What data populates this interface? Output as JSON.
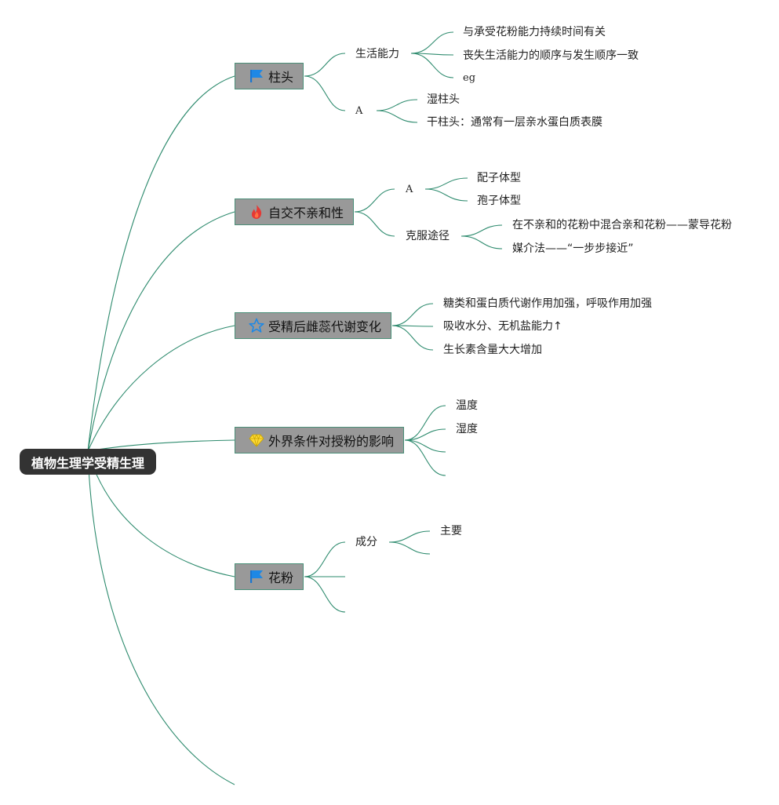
{
  "root": {
    "label": "植物生理学受精生理"
  },
  "topics": [
    {
      "label": "柱头",
      "icon": "blue-flag-icon",
      "children": [
        {
          "label": "生活能力",
          "children": [
            {
              "label": "与承受花粉能力持续时间有关"
            },
            {
              "label": "丧失生活能力的顺序与发生顺序一致"
            },
            {
              "label": "eg"
            }
          ]
        },
        {
          "label": "A",
          "children": [
            {
              "label": "湿柱头"
            },
            {
              "label": "干柱头：通常有一层亲水蛋白质表膜"
            }
          ]
        }
      ]
    },
    {
      "label": "自交不亲和性",
      "icon": "fire-icon",
      "children": [
        {
          "label": "A",
          "children": [
            {
              "label": "配子体型"
            },
            {
              "label": "孢子体型"
            }
          ]
        },
        {
          "label": "克服途径",
          "children": [
            {
              "label": "在不亲和的花粉中混合亲和花粉——蒙导花粉"
            },
            {
              "label": "媒介法——“一步步接近”"
            }
          ]
        }
      ]
    },
    {
      "label": "受精后雌蕊代谢变化",
      "icon": "star-outline-icon",
      "children": [
        {
          "label": "糖类和蛋白质代谢作用加强，呼吸作用加强"
        },
        {
          "label": "吸收水分、无机盐能力↑"
        },
        {
          "label": "生长素含量大大增加"
        }
      ]
    },
    {
      "label": "外界条件对授粉的影响",
      "icon": "diamond-icon",
      "children": [
        {
          "label": "温度"
        },
        {
          "label": "湿度"
        }
      ]
    },
    {
      "label": "花粉",
      "icon": "blue-flag-icon",
      "children": [
        {
          "label": "成分",
          "children": [
            {
              "label": "主要"
            }
          ]
        }
      ]
    }
  ],
  "colors": {
    "line": "#2e8b6e",
    "topic_bg": "#999999",
    "root_bg": "#333333"
  }
}
